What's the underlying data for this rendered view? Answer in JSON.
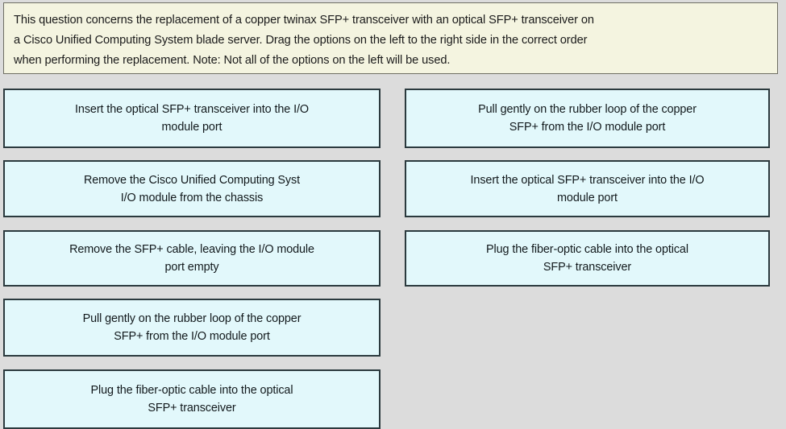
{
  "colors": {
    "page_background": "#dcdcdc",
    "banner_background": "#f4f4e0",
    "banner_border": "#6e6e63",
    "option_background": "#e2f8fb",
    "option_border": "#2b3a3e",
    "text": "#12191c"
  },
  "prompt": {
    "line1": "This question concerns the replacement of a copper twinax SFP+ transceiver with an optical SFP+ transceiver on",
    "line2": "a Cisco Unified Computing System blade server.  Drag the options on the left to the right side in the correct order",
    "line3": "when performing the replacement. Note: Not all of the options on the left will be used."
  },
  "source_options": [
    {
      "id": "left-option-1",
      "line1": "Insert the optical SFP+ transceiver into the I/O",
      "line2": "module port"
    },
    {
      "id": "left-option-2",
      "line1": "Remove the Cisco Unified Computing Syst",
      "line2": "I/O module from the chassis"
    },
    {
      "id": "left-option-3",
      "line1": "Remove the SFP+ cable, leaving the I/O module",
      "line2": "port empty"
    },
    {
      "id": "left-option-4",
      "line1": "Pull gently on the rubber loop of the copper",
      "line2": "SFP+ from the I/O module port"
    },
    {
      "id": "left-option-5",
      "line1": "Plug the fiber-optic cable into the optical",
      "line2": "SFP+ transceiver"
    }
  ],
  "target_options": [
    {
      "id": "right-option-1",
      "line1": "Pull gently on the rubber loop of the copper",
      "line2": "SFP+ from the I/O module port"
    },
    {
      "id": "right-option-2",
      "line1": "Insert the optical SFP+ transceiver into the I/O",
      "line2": "module port"
    },
    {
      "id": "right-option-3",
      "line1": "Plug the fiber-optic cable into the optical",
      "line2": "SFP+ transceiver"
    }
  ]
}
